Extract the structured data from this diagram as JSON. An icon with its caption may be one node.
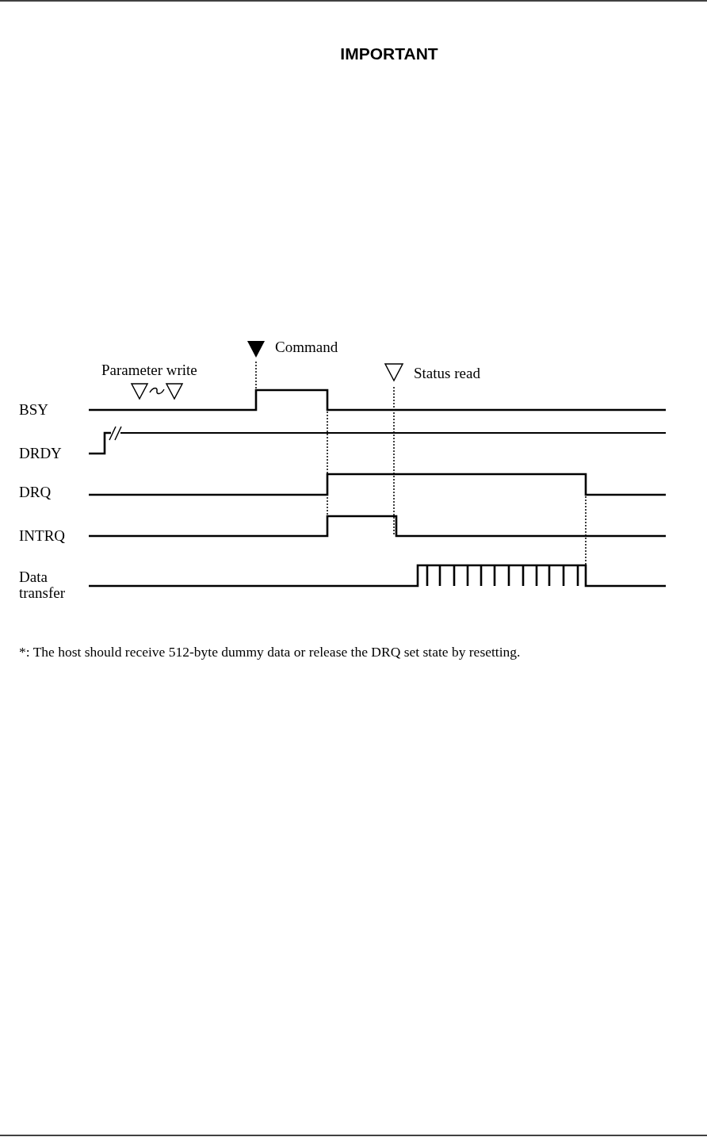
{
  "diagram": {
    "title": "IMPORTANT",
    "labels": [
      "Command",
      "Parameter write",
      "Status read",
      "BSY",
      "DRDY",
      "DRQ",
      "INTRQ",
      "Data transfer",
      "*:  The host should receive 512-byte dummy data or release the DRQ set state by resetting."
    ]
  }
}
